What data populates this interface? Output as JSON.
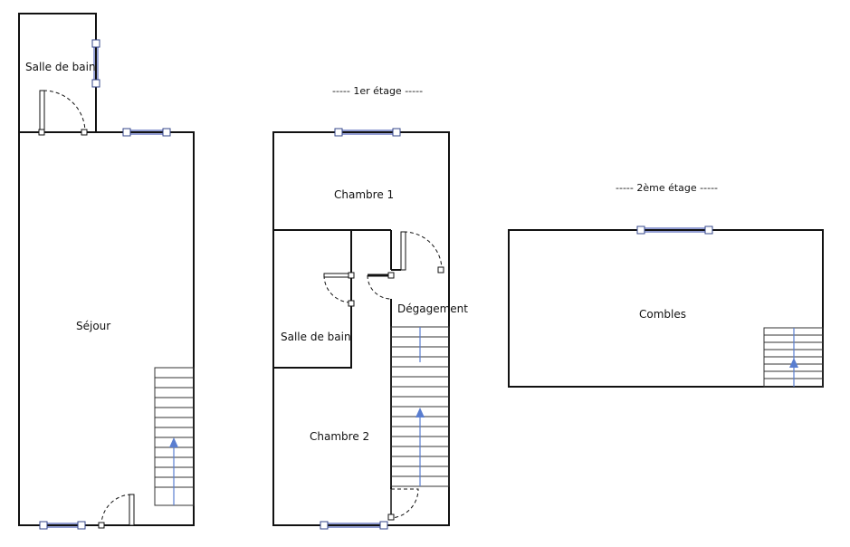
{
  "floors": {
    "ground": {
      "rooms": {
        "bath": "Salle de bain",
        "living": "Séjour"
      }
    },
    "first": {
      "title": "-----  1er étage  -----",
      "rooms": {
        "bedroom1": "Chambre 1",
        "bath": "Salle de bain",
        "landing": "Dégagement",
        "bedroom2": "Chambre 2"
      }
    },
    "second": {
      "title": "-----  2ème étage  -----",
      "rooms": {
        "attic": "Combles"
      }
    }
  },
  "colors": {
    "wall": "#111111",
    "window": "#5566bb",
    "stair_arrow": "#5a7ed0"
  }
}
